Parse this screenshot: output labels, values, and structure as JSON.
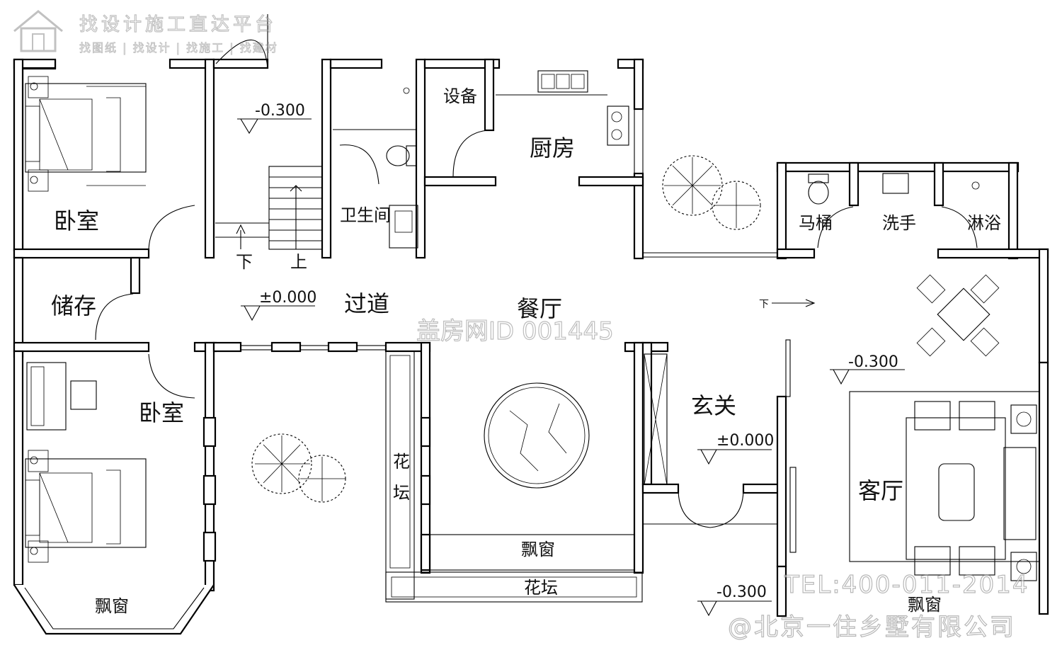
{
  "watermark": {
    "title": "找设计施工直达平台",
    "subtitle": "找图纸 | 找设计 | 找施工 | 找建材",
    "center": "盖房网ID 001445",
    "tel": "TEL:400-011-2014",
    "company": "@北京一住乡墅有限公司"
  },
  "rooms": {
    "bedroom_top": "卧室",
    "bedroom_bottom": "卧室",
    "storage": "储存",
    "corridor": "过道",
    "dining": "餐厅",
    "kitchen": "厨房",
    "equipment": "设备",
    "bathroom": "卫生间",
    "toilet": "马桶",
    "wash": "洗手",
    "shower": "淋浴",
    "living": "客厅",
    "foyer": "玄关",
    "bay_window_left": "飘窗",
    "bay_window_mid": "飘窗",
    "bay_window_right": "飘窗",
    "flower_bed_vertical": "花坛",
    "flower_bed_bottom": "花坛"
  },
  "levels": {
    "stair_level": "-0.300",
    "corridor_level": "±0.000",
    "foyer_level": "±0.000",
    "living_level": "-0.300",
    "outside_level": "-0.300"
  },
  "stairs": {
    "down": "下",
    "up": "上",
    "entry_down": "下"
  }
}
